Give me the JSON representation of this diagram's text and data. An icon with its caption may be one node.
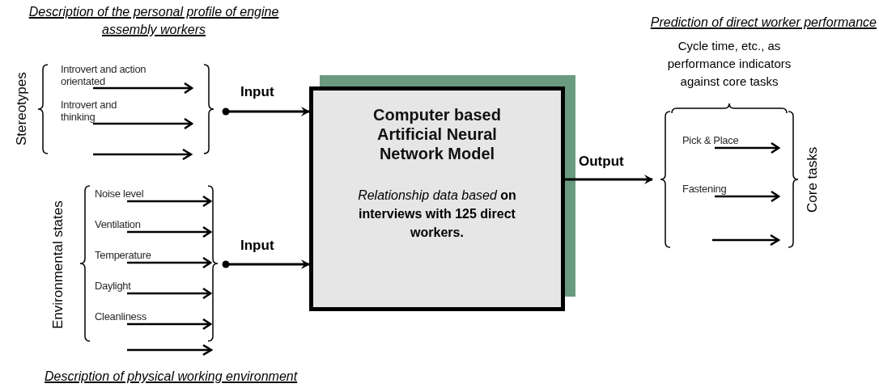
{
  "diagram": {
    "nodes": [
      {
        "text": [
          "Stereotypes"
        ]
      },
      {
        "text": [
          "Introvert and action orientated"
        ],
        "in": 0
      },
      {
        "text": [
          "Introvert and thinking"
        ],
        "in": 0
      },
      {
        "text": [],
        "shape": "arrow",
        "in": 0
      },
      {
        "text": [
          "Environmental states"
        ]
      },
      {
        "text": [
          "Noise level"
        ],
        "in": 4
      },
      {
        "text": [
          "Ventilation"
        ],
        "in": 4
      },
      {
        "text": [
          "Temperature"
        ],
        "in": 4
      },
      {
        "text": [
          "Daylight"
        ],
        "in": 4
      },
      {
        "text": [
          "Cleanliness"
        ],
        "in": 4
      },
      {
        "text": [],
        "shape": "arrow",
        "in": 4
      },
      {
        "text": [
          "Computer based Artificial Neural Network Model",
          "*Relationship data based* **on interviews with 125 direct workers.**"
        ]
      },
      {
        "text": [
          "Core tasks",
          "Cycle time, etc., as performance indicators against core tasks"
        ]
      },
      {
        "text": [
          "Pick & Place"
        ],
        "in": 12
      },
      {
        "text": [
          "Fastening"
        ],
        "in": 12
      },
      {
        "text": [],
        "shape": "arrow",
        "in": 12
      }
    ],
    "edges": [
      {
        "from": 0,
        "to": 11,
        "arrow": "to",
        "label": "Input"
      },
      {
        "from": 4,
        "to": 11,
        "arrow": "to",
        "label": "Input"
      },
      {
        "from": 11,
        "to": 12,
        "arrow": "to",
        "label": "Output"
      },
      {
        "from": 1,
        "to": null,
        "arrow": "to"
      },
      {
        "from": 2,
        "to": null,
        "arrow": "to"
      },
      {
        "from": 5,
        "to": null,
        "arrow": "to"
      },
      {
        "from": 6,
        "to": null,
        "arrow": "to"
      },
      {
        "from": 7,
        "to": null,
        "arrow": "to"
      },
      {
        "from": 8,
        "to": null,
        "arrow": "to"
      },
      {
        "from": 9,
        "to": null,
        "arrow": "to"
      },
      {
        "from": 13,
        "to": null,
        "arrow": "to"
      },
      {
        "from": 14,
        "to": null,
        "arrow": "to"
      }
    ],
    "labels": [
      "Description of the personal profile of engine assembly workers",
      "Prediction of direct worker performance",
      "Description of physical working environment"
    ]
  }
}
